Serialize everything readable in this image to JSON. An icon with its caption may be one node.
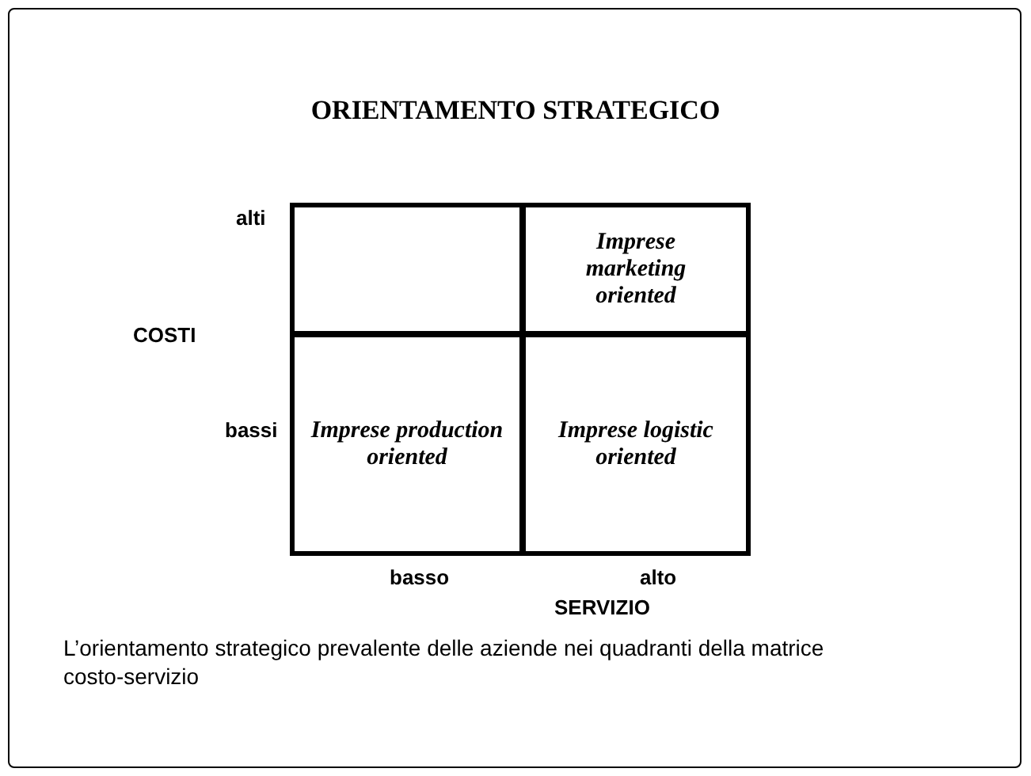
{
  "diagram": {
    "title": "ORIENTAMENTO STRATEGICO",
    "caption": "L’orientamento strategico prevalente delle aziende nei quadranti della matrice costo-servizio",
    "nodes": [
      {
        "text": [],
        "shape": "box"
      },
      {
        "text": [
          "Imprese marketing oriented"
        ]
      },
      {
        "text": [
          "Imprese production oriented"
        ]
      },
      {
        "text": [
          "Imprese logistic oriented"
        ]
      }
    ],
    "labels": [
      "alti",
      "COSTI",
      "bassi",
      "basso",
      "alto",
      "SERVIZIO"
    ]
  }
}
